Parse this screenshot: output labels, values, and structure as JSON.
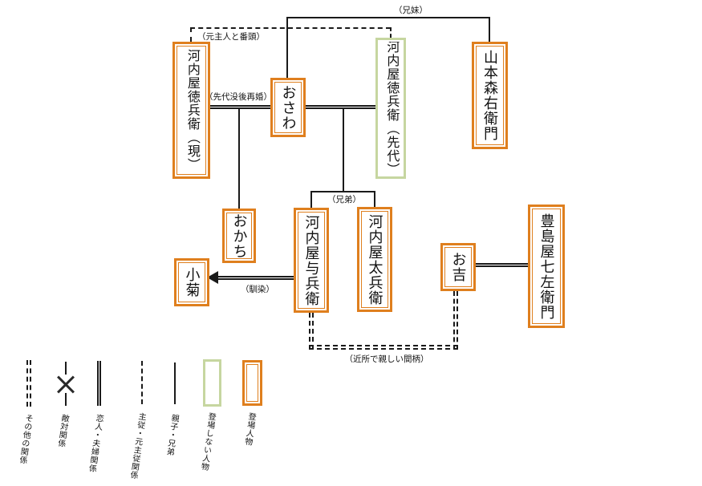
{
  "diagram": {
    "people": [
      {
        "id": "kawachiya-tokubei-gen",
        "name": "河内屋徳兵衛（現）",
        "type": "appearing"
      },
      {
        "id": "osawa",
        "name": "おさわ",
        "type": "appearing"
      },
      {
        "id": "kawachiya-tokubei-sendai",
        "name": "河内屋徳兵衛（先代）",
        "type": "not-appearing"
      },
      {
        "id": "yamamoto-moriemon",
        "name": "山本森右衛門",
        "type": "appearing"
      },
      {
        "id": "okachi",
        "name": "おかち",
        "type": "appearing"
      },
      {
        "id": "kawachiya-yohei",
        "name": "河内屋与兵衛",
        "type": "appearing"
      },
      {
        "id": "kawachiya-tahei",
        "name": "河内屋太兵衛",
        "type": "appearing"
      },
      {
        "id": "kogiku",
        "name": "小菊",
        "type": "appearing"
      },
      {
        "id": "okichi",
        "name": "お吉",
        "type": "appearing"
      },
      {
        "id": "teshimaya-shichizaemon",
        "name": "豊島屋七左衛門",
        "type": "appearing"
      }
    ],
    "edge_labels": {
      "siblings_top": "（兄妹）",
      "former_master": "（元主人と番頭）",
      "remarriage": "（先代没後再婚）",
      "brothers": "（兄弟）",
      "najimi": "（馴染）",
      "neighbors": "（近所で親しい間柄）"
    },
    "colors": {
      "appearing_border": "#df7f1e",
      "not_appearing_border": "#c6d6a0",
      "line": "#1a1a1a"
    }
  },
  "legend": {
    "items": [
      {
        "symbol": "double-dashed-line",
        "label": "その他の関係"
      },
      {
        "symbol": "crossed-line",
        "label": "敵対関係"
      },
      {
        "symbol": "double-line",
        "label": "恋人・夫婦関係"
      },
      {
        "symbol": "dashed-line",
        "label": "主従・元主従関係"
      },
      {
        "symbol": "single-line",
        "label": "親子・兄弟"
      },
      {
        "symbol": "green-box",
        "label": "登場しない人物"
      },
      {
        "symbol": "orange-box",
        "label": "登場人物"
      }
    ]
  }
}
